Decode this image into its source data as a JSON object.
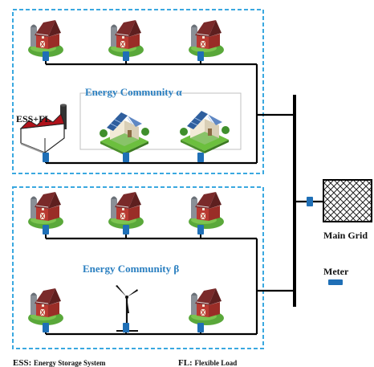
{
  "communities": [
    {
      "title": "Energy Community α"
    },
    {
      "title": "Energy Community β"
    }
  ],
  "ess_fl_label": "ESS+FL",
  "grid_label": "Main Grid",
  "meter_label": "Meter",
  "legend": [
    {
      "abbr": "ESS:",
      "text": "Energy Storage System"
    },
    {
      "abbr": "FL:",
      "text": "Flexible Load"
    }
  ],
  "colors": {
    "community_border": "#3aa8e0",
    "title": "#2a7fc0",
    "meter": "#1f6fb6",
    "barn_roof": "#7a2a2a",
    "barn_wall": "#b93a32",
    "grass": "#5aa83a"
  }
}
